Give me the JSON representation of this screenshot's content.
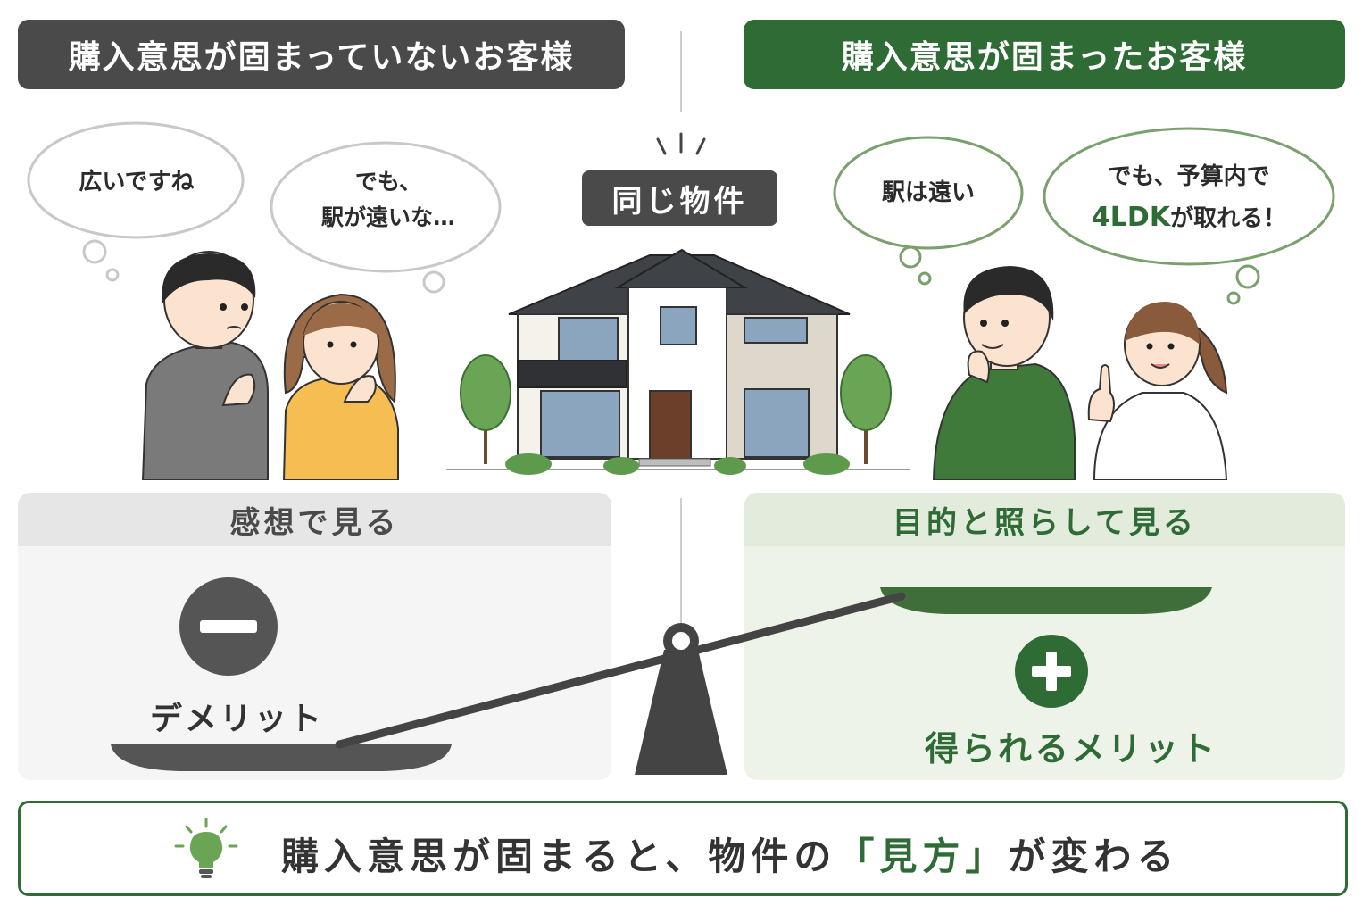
{
  "headers": {
    "left": "購入意思が固まっていないお客様",
    "right": "購入意思が固まったお客様"
  },
  "bubbles": {
    "left_1": "広いですね",
    "left_2_line1": "でも、",
    "left_2_line2": "駅が遠いな…",
    "right_1": "駅は遠い",
    "right_2_line1": "でも、予算内で",
    "right_2_accent": "4LDK",
    "right_2_line2_rest": "が取れる！"
  },
  "center_badge": "同じ物件",
  "panels": {
    "left": {
      "title": "感想で見る",
      "label": "デメリット",
      "icon": "minus-icon"
    },
    "right": {
      "title": "目的と照らして見る",
      "label": "得られるメリット",
      "icon": "plus-icon"
    }
  },
  "footer": {
    "text_before": "購入意思が固まると、物件の",
    "text_highlight": "「見方」",
    "text_after": "が変わる",
    "icon": "lightbulb-icon"
  },
  "colors": {
    "dark_gray": "#4a4a4a",
    "green": "#2e6b35",
    "light_green": "#eef3ea",
    "light_gray": "#f5f5f5"
  }
}
